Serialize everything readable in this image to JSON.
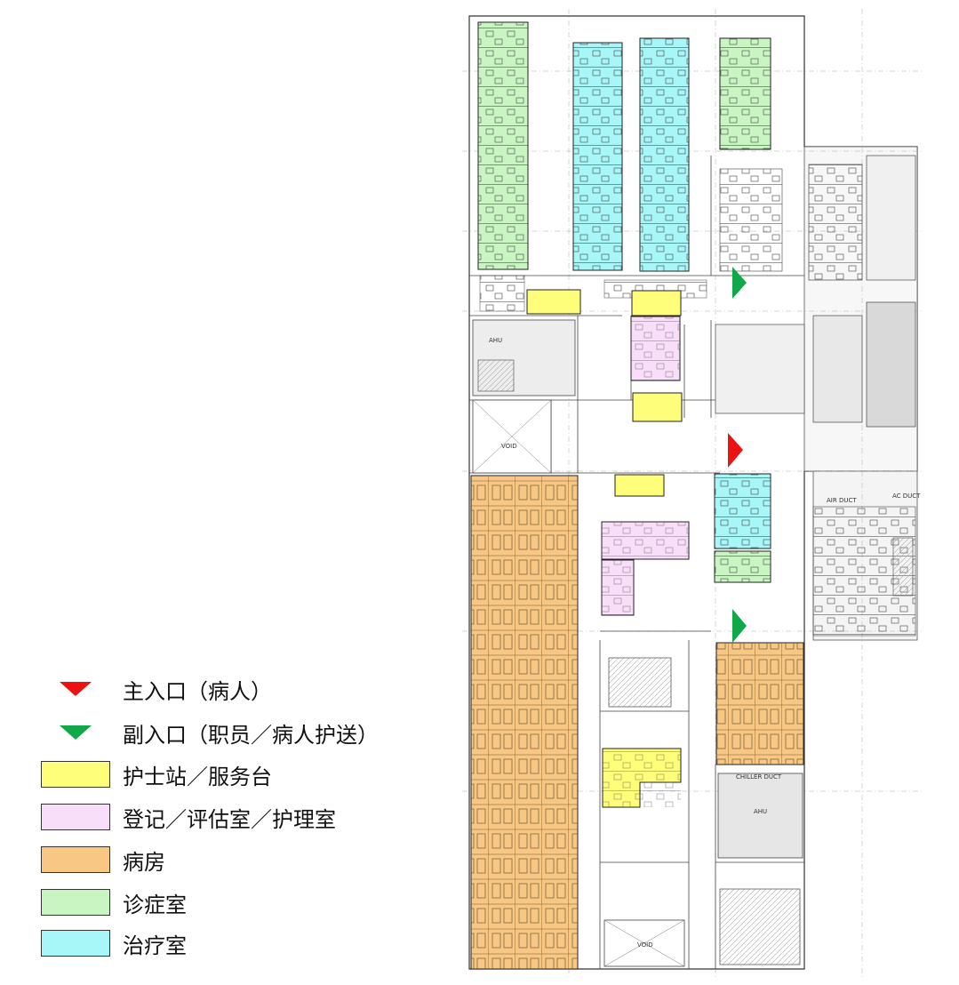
{
  "legend": {
    "items": [
      {
        "key": "main-entrance",
        "label": "主入口（病人）",
        "symbol": "triangle",
        "color": "#ee1111"
      },
      {
        "key": "side-entrance",
        "label": "副入口（职员／病人护送）",
        "symbol": "triangle",
        "color": "#11a84a"
      },
      {
        "key": "nurse-station",
        "label": "护士站／服务台",
        "symbol": "box",
        "color": "#fefe7a"
      },
      {
        "key": "registration",
        "label": "登记／评估室／护理室",
        "symbol": "box",
        "color": "#f9def9"
      },
      {
        "key": "ward",
        "label": "病房",
        "symbol": "box",
        "color": "#f9c784"
      },
      {
        "key": "consult",
        "label": "诊症室",
        "symbol": "box",
        "color": "#c9f5c3"
      },
      {
        "key": "treatment",
        "label": "治疗室",
        "symbol": "box",
        "color": "#a7f6f8"
      }
    ]
  },
  "plan": {
    "labels": {
      "void_top": "VOID",
      "void_bottom": "VOID",
      "ahu_top": "AHU",
      "ahu_bottom": "AHU",
      "air_duct": "AIR DUCT",
      "chiller_duct": "CHILLER DUCT",
      "ac_duct": "AC DUCT"
    }
  }
}
